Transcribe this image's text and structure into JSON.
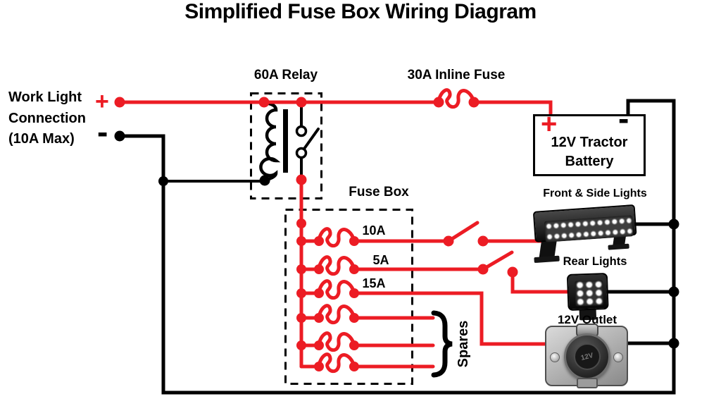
{
  "title": "Simplified Fuse Box Wiring Diagram",
  "colors": {
    "wire_red": "#ec1c24",
    "wire_black": "#000000",
    "background": "#ffffff"
  },
  "work_light": {
    "line1": "Work Light",
    "line2": "Connection",
    "line3": "(10A Max)",
    "plus": "+",
    "minus": "-"
  },
  "relay": {
    "label": "60A Relay"
  },
  "inline_fuse": {
    "label": "30A Inline Fuse"
  },
  "battery": {
    "line1": "12V Tractor",
    "line2": "Battery",
    "plus": "+",
    "minus": "-"
  },
  "fuse_box": {
    "label": "Fuse Box",
    "ratings": [
      "10A",
      "5A",
      "15A"
    ],
    "spares_label": "Spares"
  },
  "devices": {
    "front_side_lights": "Front & Side Lights",
    "rear_lights": "Rear Lights",
    "outlet": "12V Outlet",
    "outlet_marking": "12V"
  }
}
